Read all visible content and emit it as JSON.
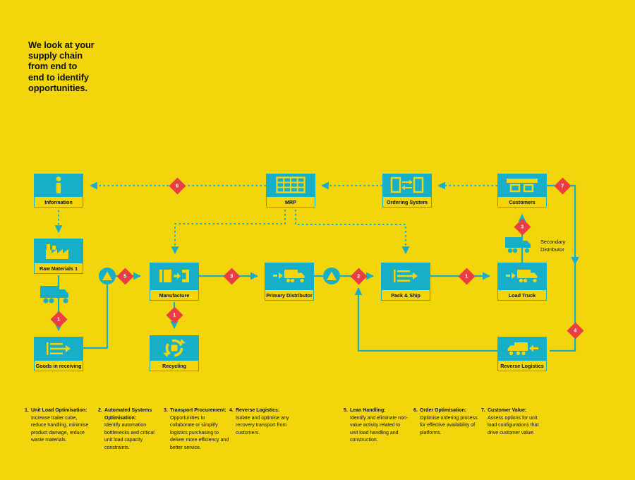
{
  "heading": {
    "line1": "We look at your",
    "line2": "supply chain",
    "line3": "from end to",
    "line4": "end to identify",
    "line5": "opportunities."
  },
  "nodes": {
    "information": {
      "label": "Information"
    },
    "mrp": {
      "label": "MRP"
    },
    "ordering_system": {
      "label": "Ordering System"
    },
    "customers": {
      "label": "Customers"
    },
    "raw_materials": {
      "label": "Raw Materials 1"
    },
    "goods_in_receiving": {
      "label": "Goods in receiving"
    },
    "manufacture": {
      "label": "Manufacture"
    },
    "recycling": {
      "label": "Recycling"
    },
    "primary_distributor": {
      "label": "Primary Distributor"
    },
    "pack_and_ship": {
      "label": "Pack & Ship"
    },
    "load_truck": {
      "label": "Load Truck"
    },
    "reverse_logistics": {
      "label": "Reverse Logistics"
    },
    "secondary_distributor": {
      "line1": "Secondary",
      "line2": "Distributor"
    }
  },
  "markers": {
    "order_optimisation": "6",
    "customer_value": "7",
    "secondary_transport": "3",
    "lean_handling": "5",
    "transport_procurement": "3",
    "automated_systems": "2",
    "pack_to_load": "1",
    "manufacture_to_recycling": "1",
    "inbound_goods": "1",
    "reverse_logistics": "4"
  },
  "footnotes": [
    {
      "num": "1.",
      "title": "Unit Load Optimisation:",
      "body": "Increase trailer cube, reduce handling, minimise product damage, reduce waste materials."
    },
    {
      "num": "2.",
      "title": "Automated Systems Optimisation:",
      "body": "Identify automation bottlenecks and critical unit load capacity constraints."
    },
    {
      "num": "3.",
      "title": "Transport Procurement:",
      "body": "Opportunities to collaborate or simplify logistics purchasing to deliver more efficiency and better service."
    },
    {
      "num": "4.",
      "title": "Reverse Logistics:",
      "body": "Isolate and optimise any recovery transport from customers."
    },
    {
      "num": "5.",
      "title": "Lean Handling:",
      "body": "Identify and eliminate non-value activity related to unit load handling and construction."
    },
    {
      "num": "6.",
      "title": "Order Optimisation:",
      "body": "Optimise ordering process for effective availability of platforms."
    },
    {
      "num": "7.",
      "title": "Customer Value:",
      "body": "Assess options for unit load configurations that drive customer value."
    }
  ],
  "colors": {
    "background": "#F2D60B",
    "cyan": "#17AFC8",
    "red": "#E93F44",
    "text": "#111111"
  }
}
